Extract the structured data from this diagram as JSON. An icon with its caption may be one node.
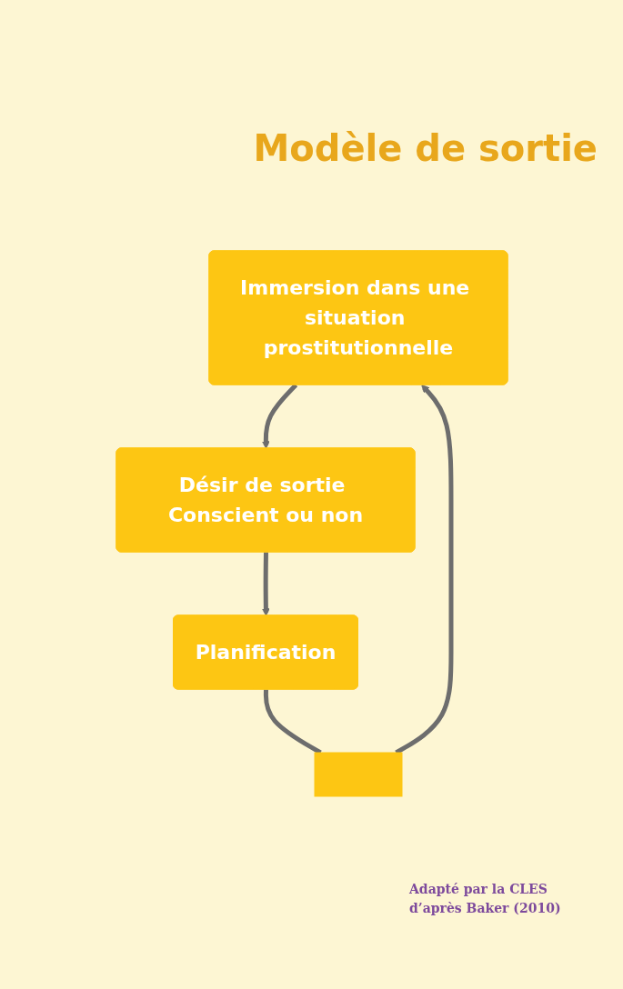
{
  "diagram": {
    "title": "Modèle de sortie",
    "caption": "Adapté par la CLES d’après Baker (2010)",
    "nodes": [
      {
        "text": [
          "Immersion dans une situation prostitutionnelle"
        ]
      },
      {
        "text": [
          "Désir de sortie Conscient ou non"
        ]
      },
      {
        "text": [
          "Planification"
        ]
      },
      {
        "text": [],
        "shape": "box"
      }
    ],
    "edges": [
      {
        "from": 0,
        "to": 1,
        "arrow": "to"
      },
      {
        "from": 1,
        "to": 2,
        "arrow": "to"
      },
      {
        "from": 2,
        "to": 3,
        "arrow": "none"
      },
      {
        "from": 3,
        "to": 0,
        "arrow": "to"
      }
    ]
  }
}
